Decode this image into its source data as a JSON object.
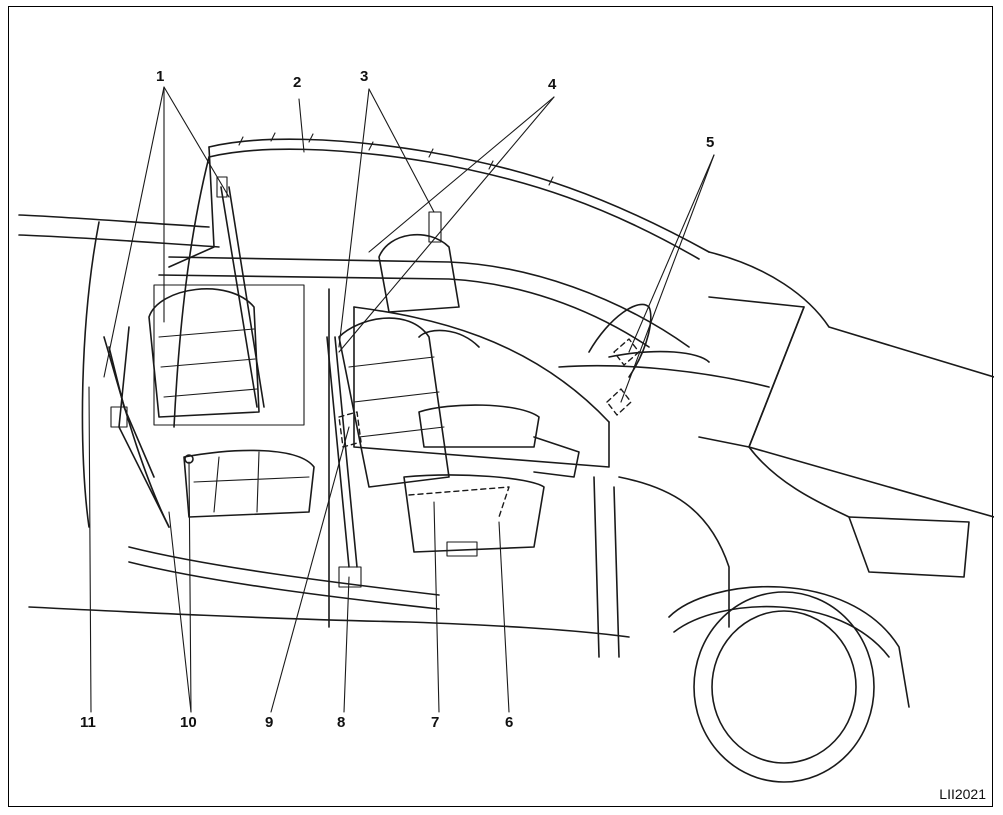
{
  "figure_code": "LII2021",
  "callouts": {
    "c1": "1",
    "c2": "2",
    "c3": "3",
    "c4": "4",
    "c5": "5",
    "c6": "6",
    "c7": "7",
    "c8": "8",
    "c9": "9",
    "c10": "10",
    "c11": "11"
  }
}
